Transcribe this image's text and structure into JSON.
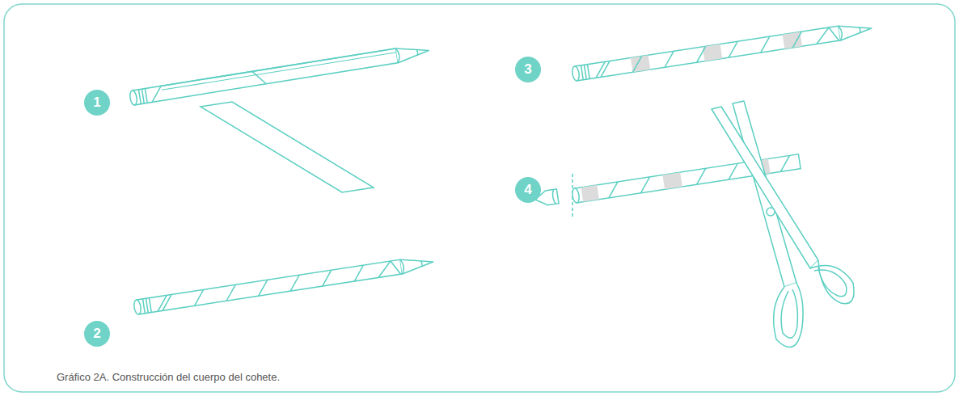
{
  "diagram": {
    "caption": "Gráfico 2A. Construcción del cuerpo del cohete.",
    "labels": [
      "1",
      "2",
      "3",
      "4"
    ]
  }
}
